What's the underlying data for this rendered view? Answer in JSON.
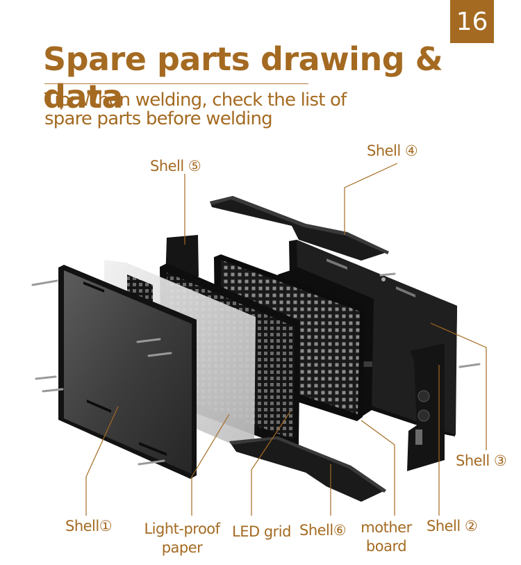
{
  "page_number": "16",
  "title": "Spare parts drawing & data",
  "tip": {
    "line1": "Tip: When welding, check the list of",
    "line2": "spare parts before welding"
  },
  "labels": {
    "shell1": "Shell①",
    "light_proof_paper_line1": "Light-proof",
    "light_proof_paper_line2": "paper",
    "led_grid": "LED grid",
    "shell6": "Shell⑥",
    "mother_board_line1": "mother",
    "mother_board_line2": "board",
    "shell2": "Shell ②",
    "shell3": "Shell ③",
    "shell4": "Shell ④",
    "shell5": "Shell ⑤"
  },
  "colors": {
    "accent": "#a46a21",
    "panel": "#1c1c1c",
    "paper": "#d9d9d9"
  }
}
